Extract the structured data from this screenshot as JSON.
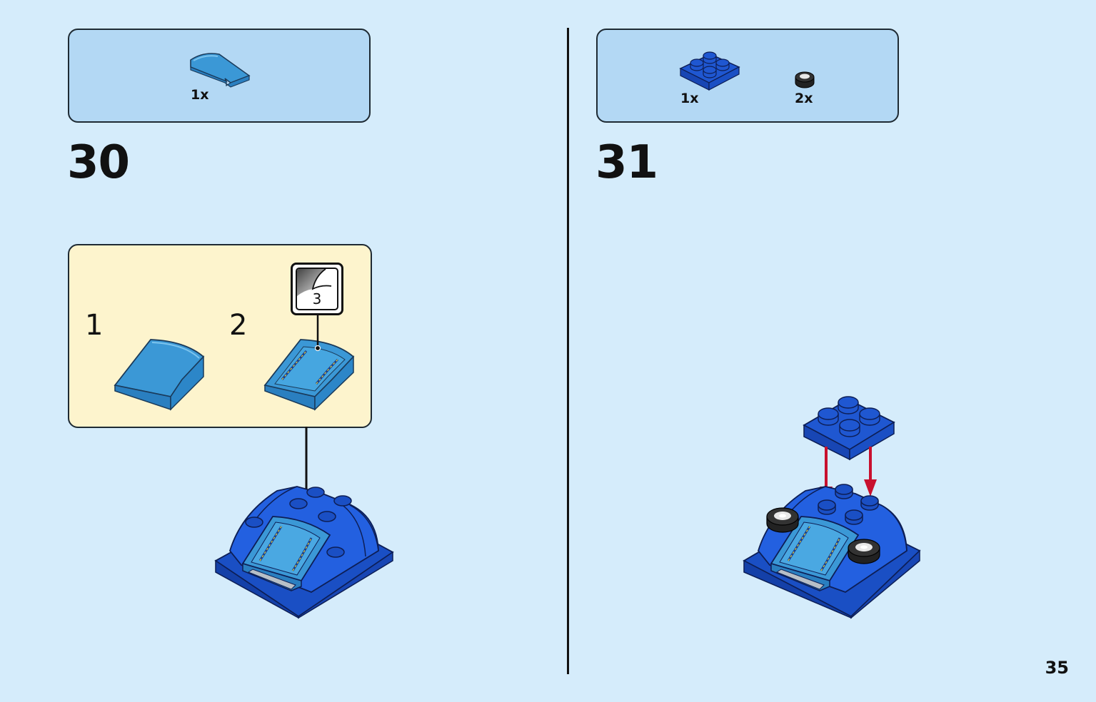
{
  "steps": [
    {
      "number": "30",
      "parts": [
        {
          "qty": "1x",
          "icon": "curved-slope-brick-icon"
        }
      ],
      "substeps": [
        {
          "number": "1"
        },
        {
          "number": "2"
        }
      ],
      "sticker": {
        "number": "3"
      }
    },
    {
      "number": "31",
      "parts": [
        {
          "qty": "1x",
          "icon": "plate-2x2-icon"
        },
        {
          "qty": "2x",
          "icon": "round-tile-icon"
        }
      ]
    }
  ],
  "page_number": "35",
  "colors": {
    "background": "#d5ecfb",
    "parts_box": "#b3d8f4",
    "substep_box": "#fdf4cd",
    "brick_blue": "#1f57d1",
    "slope_blue": "#3b98d6",
    "arrow_red": "#c8102e"
  }
}
